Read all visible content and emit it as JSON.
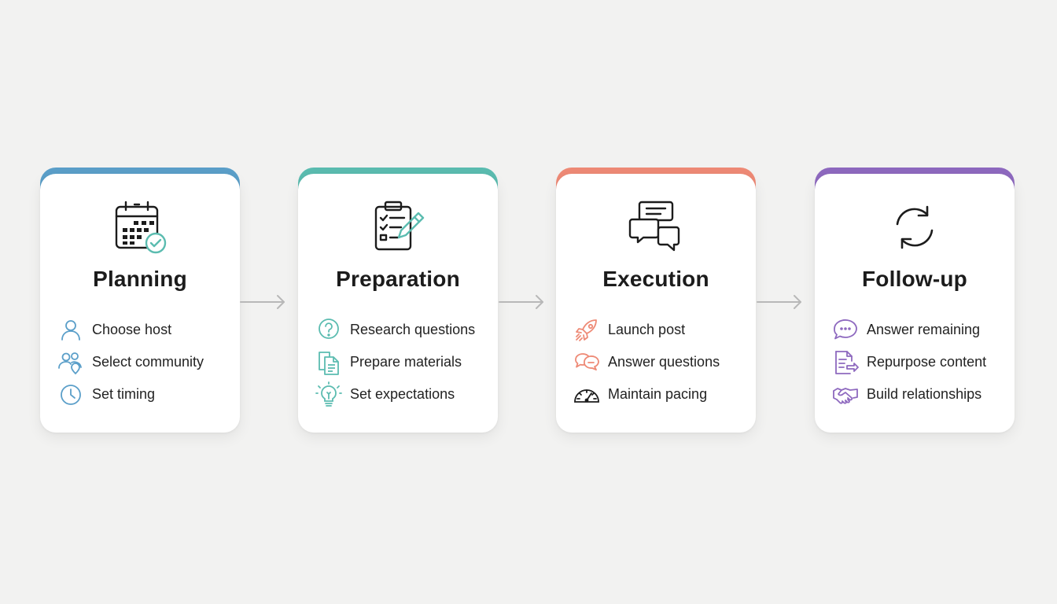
{
  "stages": [
    {
      "title": "Planning",
      "color": "#5b9fc9",
      "main_icon": "calendar-check-icon",
      "items": [
        {
          "label": "Choose host",
          "icon": "person-icon"
        },
        {
          "label": "Select community",
          "icon": "community-icon"
        },
        {
          "label": "Set timing",
          "icon": "clock-icon"
        }
      ]
    },
    {
      "title": "Preparation",
      "color": "#5bbcb0",
      "main_icon": "clipboard-pencil-icon",
      "items": [
        {
          "label": "Research questions",
          "icon": "question-icon"
        },
        {
          "label": "Prepare materials",
          "icon": "documents-icon"
        },
        {
          "label": "Set expectations",
          "icon": "lightbulb-icon"
        }
      ]
    },
    {
      "title": "Execution",
      "color": "#ee8a76",
      "main_icon": "chat-bubbles-icon",
      "items": [
        {
          "label": "Launch post",
          "icon": "rocket-icon"
        },
        {
          "label": "Answer questions",
          "icon": "speech-bubbles-icon"
        },
        {
          "label": "Maintain pacing",
          "icon": "speedometer-icon"
        }
      ]
    },
    {
      "title": "Follow-up",
      "color": "#8e69bf",
      "main_icon": "refresh-cycle-icon",
      "items": [
        {
          "label": "Answer remaining",
          "icon": "chat-dots-icon"
        },
        {
          "label": "Repurpose content",
          "icon": "document-arrow-icon"
        },
        {
          "label": "Build relationships",
          "icon": "handshake-icon"
        }
      ]
    }
  ],
  "connector_color": "#b8b8b8"
}
